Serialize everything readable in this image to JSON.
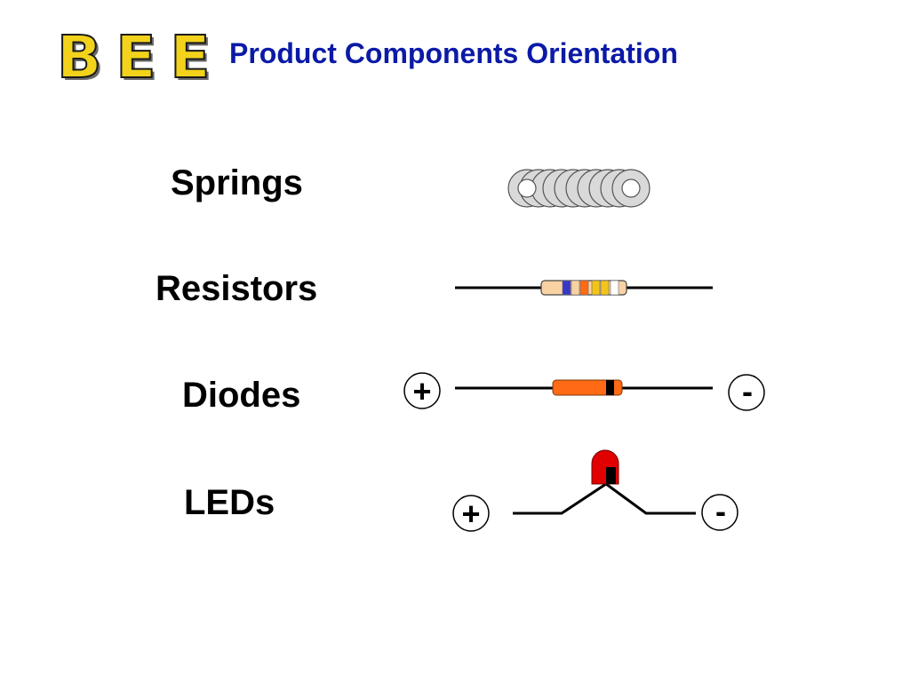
{
  "logo": {
    "letters": [
      "B",
      "E",
      "E"
    ]
  },
  "title": "Product Components Orientation",
  "components": [
    {
      "label": "Springs"
    },
    {
      "label": "Resistors"
    },
    {
      "label": "Diodes",
      "positive_symbol": "+",
      "negative_symbol": "-"
    },
    {
      "label": "LEDs",
      "positive_symbol": "+",
      "negative_symbol": "-"
    }
  ],
  "colors": {
    "logo_fill": "#f2d21b",
    "title": "#0b1aa6",
    "spring_fill": "#d9d9d9",
    "resistor_body": "#f9d2a4",
    "resistor_bands": [
      "#3838c8",
      "#f9d2a4",
      "#ff6a14",
      "#f2c41a",
      "#f2c41a",
      "#ffffff"
    ],
    "diode_body": "#ff6a14",
    "diode_band": "#000000",
    "led_body": "#e00000"
  }
}
